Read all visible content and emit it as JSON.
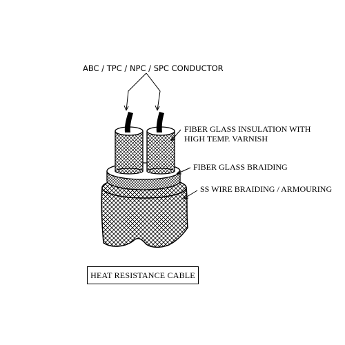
{
  "diagram": {
    "conductor_label": "ABC / TPC / NPC / SPC CONDUCTOR",
    "insulation_label_line1": "FIBER GLASS INSULATION WITH",
    "insulation_label_line2": "HIGH TEMP. VARNISH",
    "braiding_label": "FIBER GLASS BRAIDING",
    "armouring_label": "SS WIRE BRAIDING / ARMOURING",
    "caption": "HEAT RESISTANCE CABLE"
  }
}
